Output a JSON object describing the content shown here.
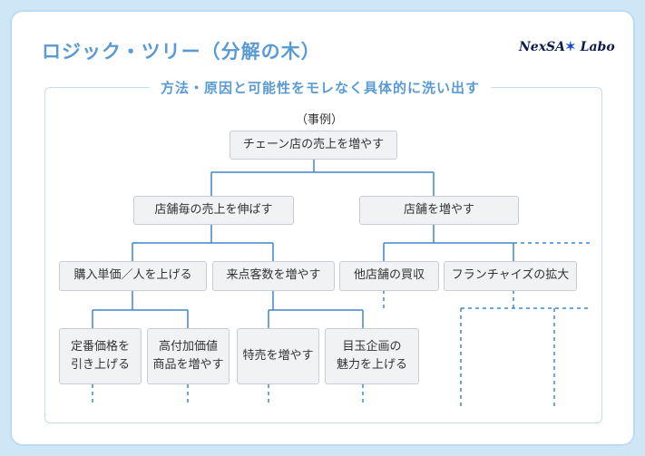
{
  "title": "ロジック・ツリー（分解の木）",
  "brand": {
    "text": "NexSA",
    "star": "✶",
    "suffix": " Labo"
  },
  "subtitle": "方法・原因と可能性をモレなく具体的に洗い出す",
  "example_label": "（事例）",
  "tree": {
    "root": "チェーン店の売上を増やす",
    "level1": [
      "店舗毎の売上を伸ばす",
      "店舗を増やす"
    ],
    "level2": [
      "購入単価／人を上げる",
      "来点客数を増やす",
      "他店舗の買収",
      "フランチャイズの拡大"
    ],
    "level3": [
      [
        "定番価格を",
        "引き上げる"
      ],
      [
        "高付加価値",
        "商品を増やす"
      ],
      [
        "特売を増やす"
      ],
      [
        "目玉企画の",
        "魅力を上げる"
      ]
    ]
  },
  "colors": {
    "accent": "#5a9bd4",
    "connector": "#3f86c9",
    "box_fill": "#f1f2f4",
    "frame": "#c6ddef"
  }
}
